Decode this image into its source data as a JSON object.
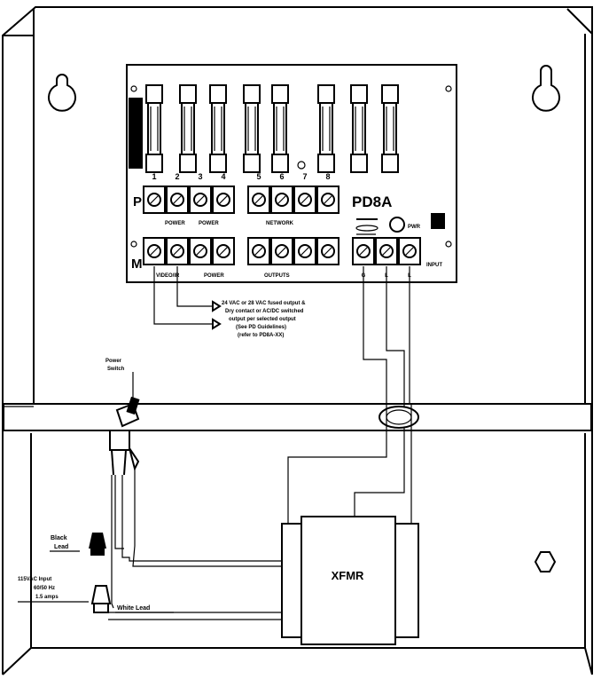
{
  "board": {
    "model": "PD8A",
    "fuse_numbers": [
      "1",
      "2",
      "3",
      "4",
      "5",
      "6",
      "7",
      "8"
    ],
    "row_label_top": "P",
    "row_label_bottom": "M",
    "top_group_labels": [
      "POWER",
      "POWER",
      "NETWORK"
    ],
    "bottom_group_labels": [
      "VIDEO/IR",
      "POWER",
      "OUTPUTS"
    ],
    "input_terminal_labels": [
      "G",
      "L",
      "L"
    ],
    "input_label": "INPUT",
    "led_label": "PWR"
  },
  "notes": {
    "output_lines": [
      "24 VAC or 28 VAC fused output &",
      "Dry contact or AC/DC switched",
      "output per selected output",
      "(See PD Guidelines)",
      "(refer to PD8A-XX)"
    ],
    "power_switch": [
      "Power",
      "Switch"
    ],
    "black_lead": [
      "Black",
      "Lead"
    ],
    "input_lines": [
      "115VAC Input",
      "60/50 Hz",
      "1.5 amps"
    ],
    "white_lead": "White Lead",
    "xfmr": "XFMR"
  }
}
